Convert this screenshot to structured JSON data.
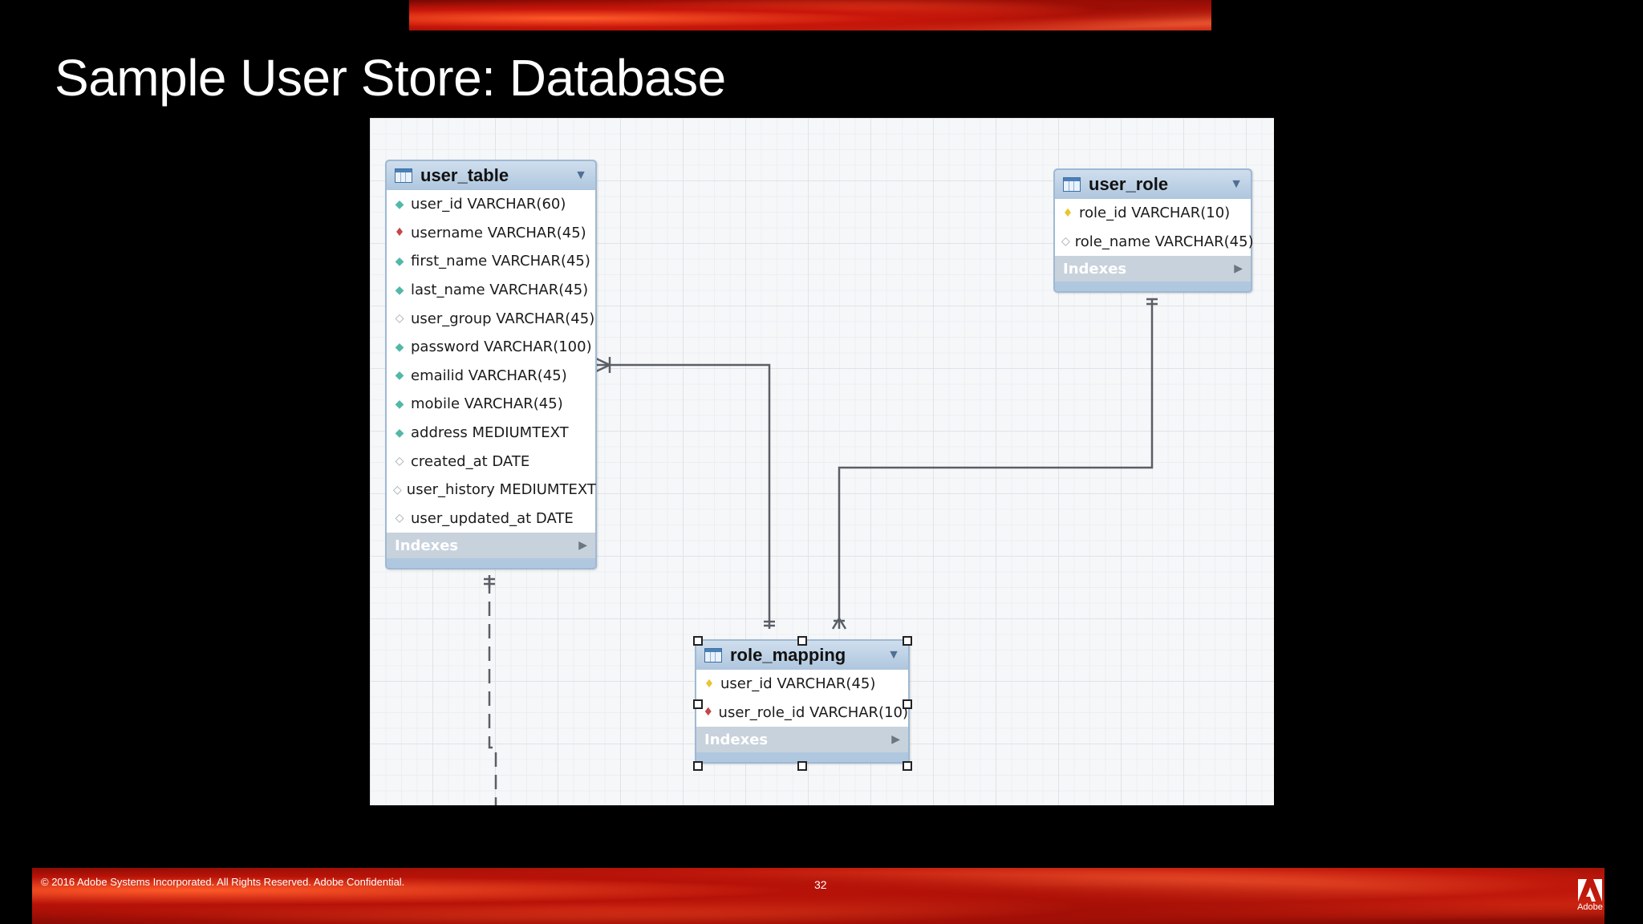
{
  "slide": {
    "title": "Sample User Store: Database",
    "footer": {
      "copyright": "© 2016 Adobe Systems Incorporated.  All Rights Reserved.  Adobe Confidential.",
      "page_number": "32",
      "logo_text": "Adobe"
    }
  },
  "diagram": {
    "tables": [
      {
        "name": "user_table",
        "indexes_label": "Indexes",
        "columns": [
          {
            "text": "user_id VARCHAR(60)",
            "icon": "diamond-filled"
          },
          {
            "text": "username VARCHAR(45)",
            "icon": "foreign-key"
          },
          {
            "text": "first_name VARCHAR(45)",
            "icon": "diamond-filled"
          },
          {
            "text": "last_name VARCHAR(45)",
            "icon": "diamond-filled"
          },
          {
            "text": "user_group VARCHAR(45)",
            "icon": "diamond-empty"
          },
          {
            "text": "password VARCHAR(100)",
            "icon": "diamond-filled"
          },
          {
            "text": "emailid VARCHAR(45)",
            "icon": "diamond-filled"
          },
          {
            "text": "mobile VARCHAR(45)",
            "icon": "diamond-filled"
          },
          {
            "text": "address MEDIUMTEXT",
            "icon": "diamond-filled"
          },
          {
            "text": "created_at DATE",
            "icon": "diamond-empty"
          },
          {
            "text": "user_history MEDIUMTEXT",
            "icon": "diamond-empty"
          },
          {
            "text": "user_updated_at DATE",
            "icon": "diamond-empty"
          }
        ]
      },
      {
        "name": "user_role",
        "indexes_label": "Indexes",
        "columns": [
          {
            "text": "role_id VARCHAR(10)",
            "icon": "primary-key"
          },
          {
            "text": "role_name VARCHAR(45)",
            "icon": "diamond-empty"
          }
        ]
      },
      {
        "name": "role_mapping",
        "indexes_label": "Indexes",
        "columns": [
          {
            "text": "user_id VARCHAR(45)",
            "icon": "primary-key"
          },
          {
            "text": "user_role_id VARCHAR(10)",
            "icon": "foreign-key"
          }
        ]
      }
    ]
  }
}
